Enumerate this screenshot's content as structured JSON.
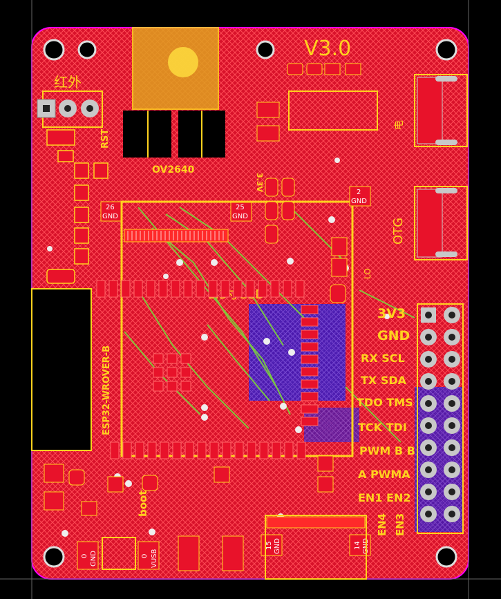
{
  "board": {
    "version": "V3.0",
    "colors": {
      "background": "#000000",
      "outline": "#ff00ff",
      "copper_top": "#e8122a",
      "copper_bottom": "#2a2aff",
      "silk": "#ffd21e",
      "trace_green": "#7cd63a",
      "pad_gray": "#c8c8c8"
    }
  },
  "labels": {
    "ir": "红外",
    "rst": "RST",
    "camera": "OV2640",
    "lcd": "1.3寸LCD",
    "module": "ESP32-WROVER-B",
    "electric": "电",
    "otg": "OTG",
    "boot": "boot",
    "pad26": "26",
    "pad25": "25",
    "pad2": "2",
    "gnd": "GND",
    "pad0": "0",
    "vusb": "VUSB",
    "pad15": "15",
    "pad14": "14",
    "v33": "3.3V",
    "lo": "LO"
  },
  "header_pins": {
    "rows": [
      "3V3",
      "GND",
      "RX SCL",
      "TX SDA",
      "TDO TMS",
      "TCK TDI",
      "PWM B B",
      "A PWMA",
      "EN1 EN2"
    ],
    "vertical": [
      "EN4",
      "EN3"
    ]
  }
}
